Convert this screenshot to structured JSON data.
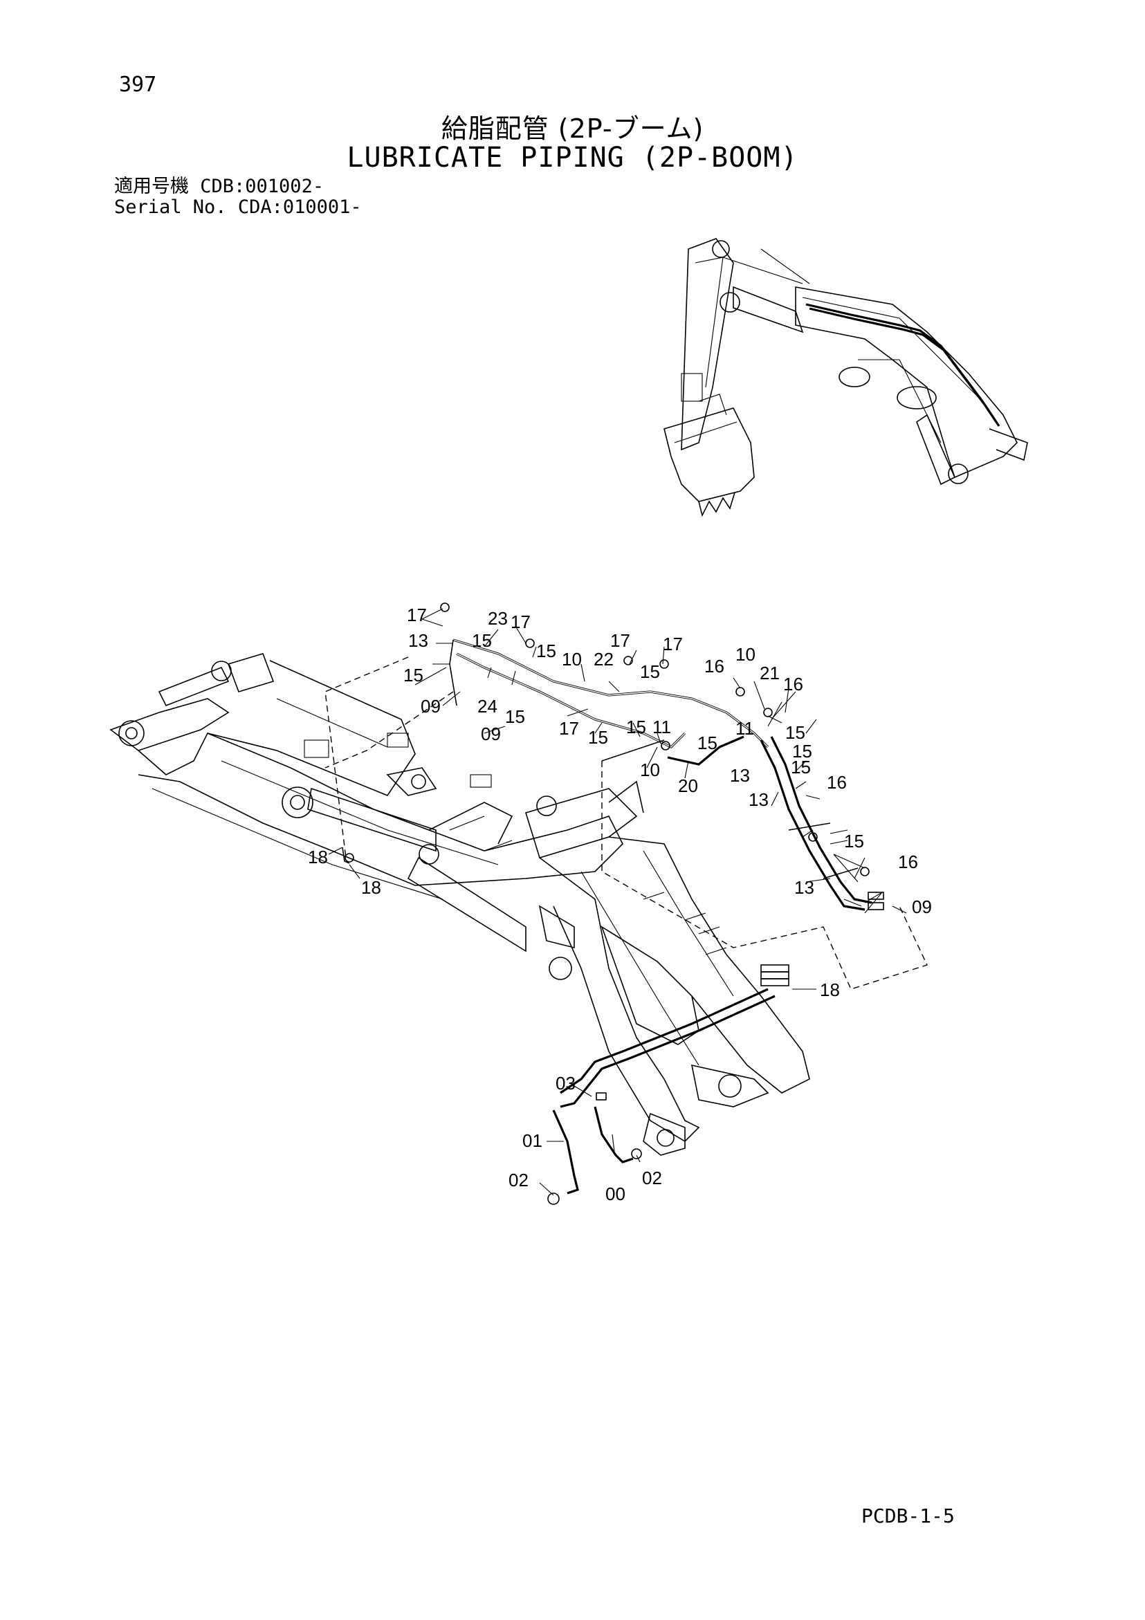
{
  "page_number": "397",
  "title_jp": "給脂配管 (2P-ブーム)",
  "title_en": "LUBRICATE PIPING (2P-BOOM)",
  "applicability": {
    "line1_label": "適用号機",
    "line1_value": "CDB:001002-",
    "line2_label": "Serial No.",
    "line2_value": "CDA:010001-"
  },
  "footer_code": "PCDB-1-5",
  "callouts": {
    "c17a": "17",
    "c13a": "13",
    "c15a": "15",
    "c23": "23",
    "c17b": "17",
    "c15b": "15",
    "c15c": "15",
    "c10a": "10",
    "c22": "22",
    "c17c": "17",
    "c15d": "15",
    "c17d": "17",
    "c15e": "15",
    "c09a": "09",
    "c24": "24",
    "c15f": "15",
    "c09b": "09",
    "c16a": "16",
    "c10b": "10",
    "c21": "21",
    "c16b": "16",
    "c17e": "17",
    "c15g": "15",
    "c15h": "15",
    "c11a": "11",
    "c11b": "11",
    "c15i": "15",
    "c15j": "15",
    "c13b": "13",
    "c15k": "15",
    "c10c": "10",
    "c20": "20",
    "c16c": "16",
    "c13c": "13",
    "c15l": "15",
    "c16d": "16",
    "c13d": "13",
    "c09c": "09",
    "c18a": "18",
    "c18b": "18",
    "c18c": "18",
    "c03": "03",
    "c01": "01",
    "c02a": "02",
    "c00": "00",
    "c02b": "02"
  }
}
